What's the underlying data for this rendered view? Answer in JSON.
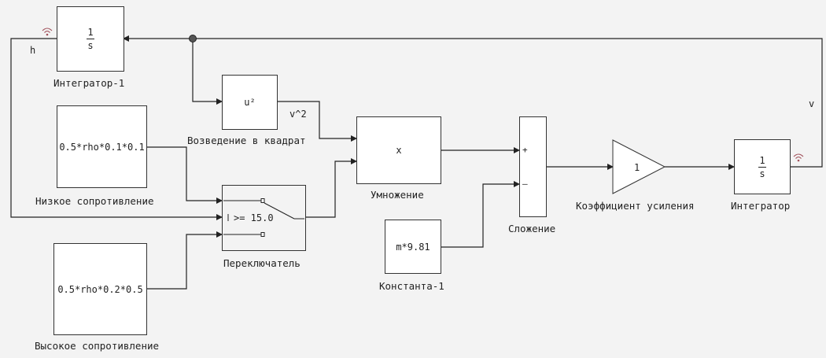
{
  "blocks": {
    "integrator1": {
      "label": "Интегратор-1",
      "num": "1",
      "den": "s"
    },
    "squarer": {
      "label": "Возведение в квадрат",
      "content": "u²"
    },
    "low_drag": {
      "label": "Низкое сопротивление",
      "content": "0.5*rho*0.1*0.1"
    },
    "high_drag": {
      "label": "Высокое сопротивление",
      "content": "0.5*rho*0.2*0.5"
    },
    "switch": {
      "label": "Переключатель",
      "threshold": ">= 15.0"
    },
    "product": {
      "label": "Умножение",
      "content": "x"
    },
    "constant": {
      "label": "Константа-1",
      "content": "m*9.81"
    },
    "sum": {
      "label": "Сложение",
      "plus": "+",
      "minus": "–"
    },
    "gain": {
      "label": "Коэффициент усиления",
      "content": "1"
    },
    "integrator": {
      "label": "Интегратор",
      "num": "1",
      "den": "s"
    }
  },
  "signals": {
    "h": "h",
    "v": "v",
    "v2": "v^2"
  },
  "colors": {
    "wire": "#222222",
    "background": "#f3f3f3",
    "signal_icon": "#a0505a"
  }
}
